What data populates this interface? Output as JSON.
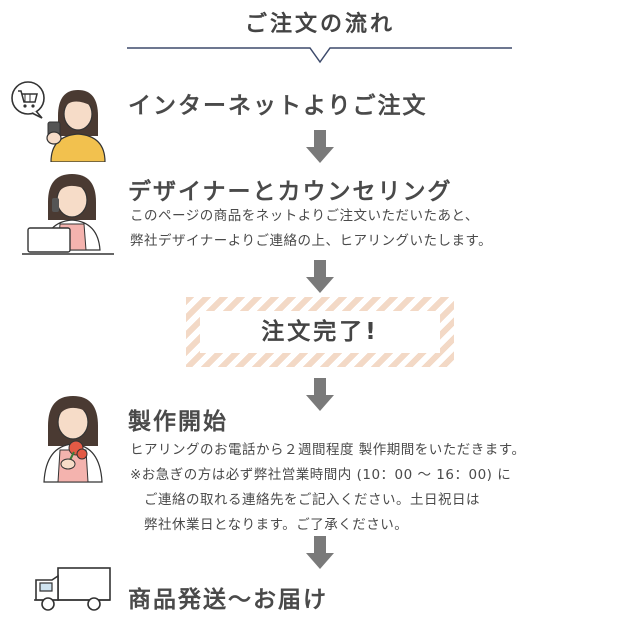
{
  "header": {
    "title": "ご注文の流れ"
  },
  "steps": {
    "order": {
      "title": "インターネットよりご注文"
    },
    "counseling": {
      "title": "デザイナーとカウンセリング",
      "lines": [
        "このページの商品をネットよりご注文いただいたあと、",
        "弊社デザイナーよりご連絡の上、ヒアリングいたします。"
      ]
    },
    "complete": {
      "title": "注文完了!"
    },
    "production": {
      "title": "製作開始",
      "lines": [
        "ヒアリングのお電話から２週間程度 製作期間をいただきます。",
        "※お急ぎの方は必ず弊社営業時間内 (10：00 〜 16：00) に",
        "　ご連絡の取れる連絡先をご記入ください。土日祝日は",
        "　弊社休業日となります。ご了承ください。"
      ]
    },
    "delivery": {
      "title": "商品発送〜お届け"
    }
  },
  "colors": {
    "accent_line": "#3d4a6b",
    "arrow": "#7a7a7a",
    "stripe": "#f3d9c6",
    "skin": "#f6dcc8",
    "hair": "#4a3a32",
    "shirt_yellow": "#f2c14e",
    "apron_pink": "#f4b3ae",
    "flower_red": "#e45a45"
  },
  "icons": [
    "cart-speech-icon",
    "woman-phone-icon",
    "woman-laptop-icon",
    "woman-flower-icon",
    "truck-icon",
    "down-arrow-icon"
  ]
}
